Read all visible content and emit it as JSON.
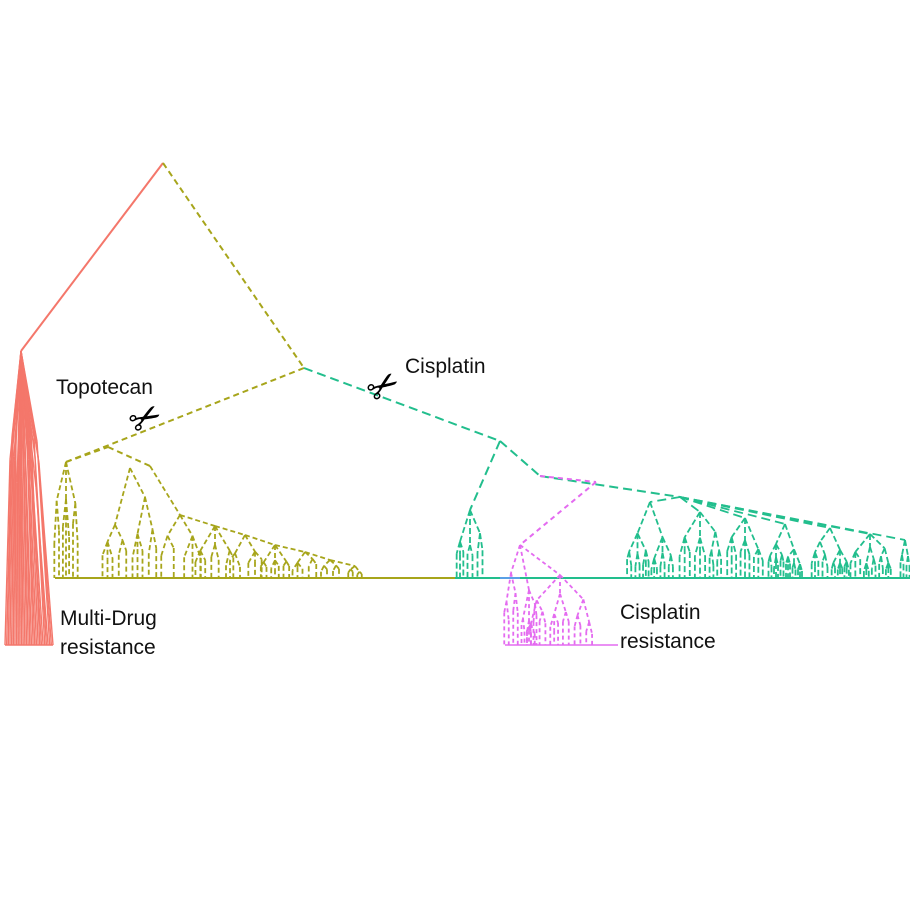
{
  "labels": {
    "topotecan": "Topotecan",
    "cisplatin": "Cisplatin",
    "mdr_line1": "Multi-Drug",
    "mdr_line2": "resistance",
    "cis_res_line1": "Cisplatin",
    "cis_res_line2": "resistance"
  },
  "icons": {
    "cut_symbol": "✂",
    "scissors_icon_name": "scissors-icon"
  },
  "colors": {
    "multi_drug": "#f4776b",
    "topotecan": "#a7a51b",
    "cisplatin": "#22be8d",
    "cisplatin_resistance": "#e46bf0",
    "bridge": "#5aa0e6"
  }
}
